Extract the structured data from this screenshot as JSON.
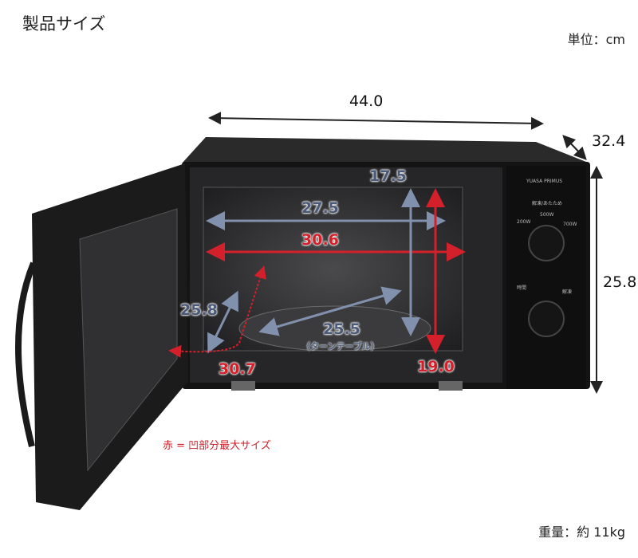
{
  "title": "製品サイズ",
  "unit_label": "単位：cm",
  "weight_label": "重量：約 11kg",
  "legend_note": "赤 = 凹部分最大サイズ",
  "dimensions": {
    "width": "44.0",
    "depth": "32.4",
    "height": "25.8",
    "interior_height": "17.5",
    "interior_width": "27.5",
    "interior_width_max": "30.6",
    "interior_depth": "25.8",
    "interior_depth_max": "30.7",
    "turntable_diameter": "25.5",
    "turntable_label": "（ターンテーブル）",
    "interior_height_max": "19.0"
  },
  "panel": {
    "brand": "YUASA PRIMUS",
    "mode_label": "解凍/あたため",
    "power_low": "200W",
    "power_mid": "500W",
    "power_high": "700W",
    "timer_label": "時間",
    "defrost_label": "解凍"
  },
  "colors": {
    "red": "#d3202a",
    "gray_arrow": "#7d8aa6",
    "body": "#1a1a1a"
  }
}
